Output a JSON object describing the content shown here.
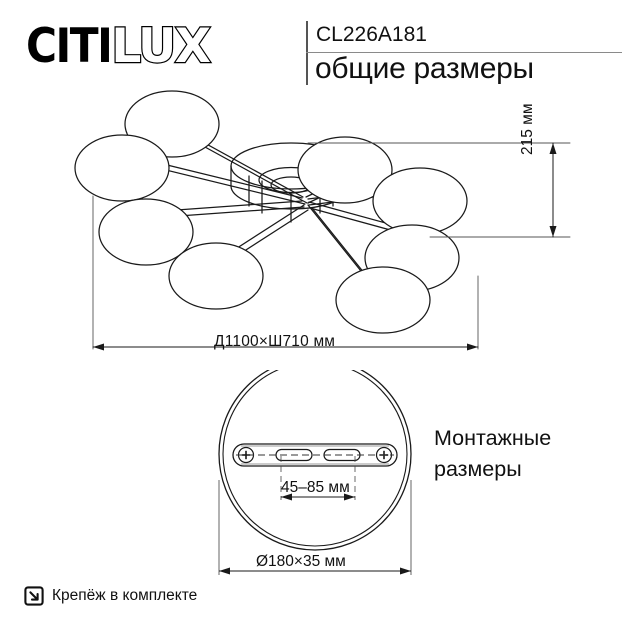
{
  "header": {
    "logo_solid": "CITI",
    "logo_hollow": "LUX",
    "model_code": "CL226A181",
    "title": "общие размеры"
  },
  "main_drawing": {
    "name": "ceiling-lamp-top-view",
    "shade_count": 8,
    "dimension_width": "Д1100×Ш710 мм",
    "dimension_height": "215 мм"
  },
  "mount_drawing": {
    "name": "mounting-plate-diagram",
    "caption_line1": "Монтажные",
    "caption_line2": "размеры",
    "dimension_slot": "45–85 мм",
    "dimension_diameter": "Ø180×35 мм",
    "screw_hole_count": 2,
    "slot_count": 2
  },
  "footer": {
    "icon": "download-box-icon",
    "label": "Крепёж в комплекте"
  },
  "colors": {
    "ink": "#111111",
    "line": "#1a1a1a",
    "thin_line": "#8a8a8a",
    "background": "#ffffff"
  }
}
